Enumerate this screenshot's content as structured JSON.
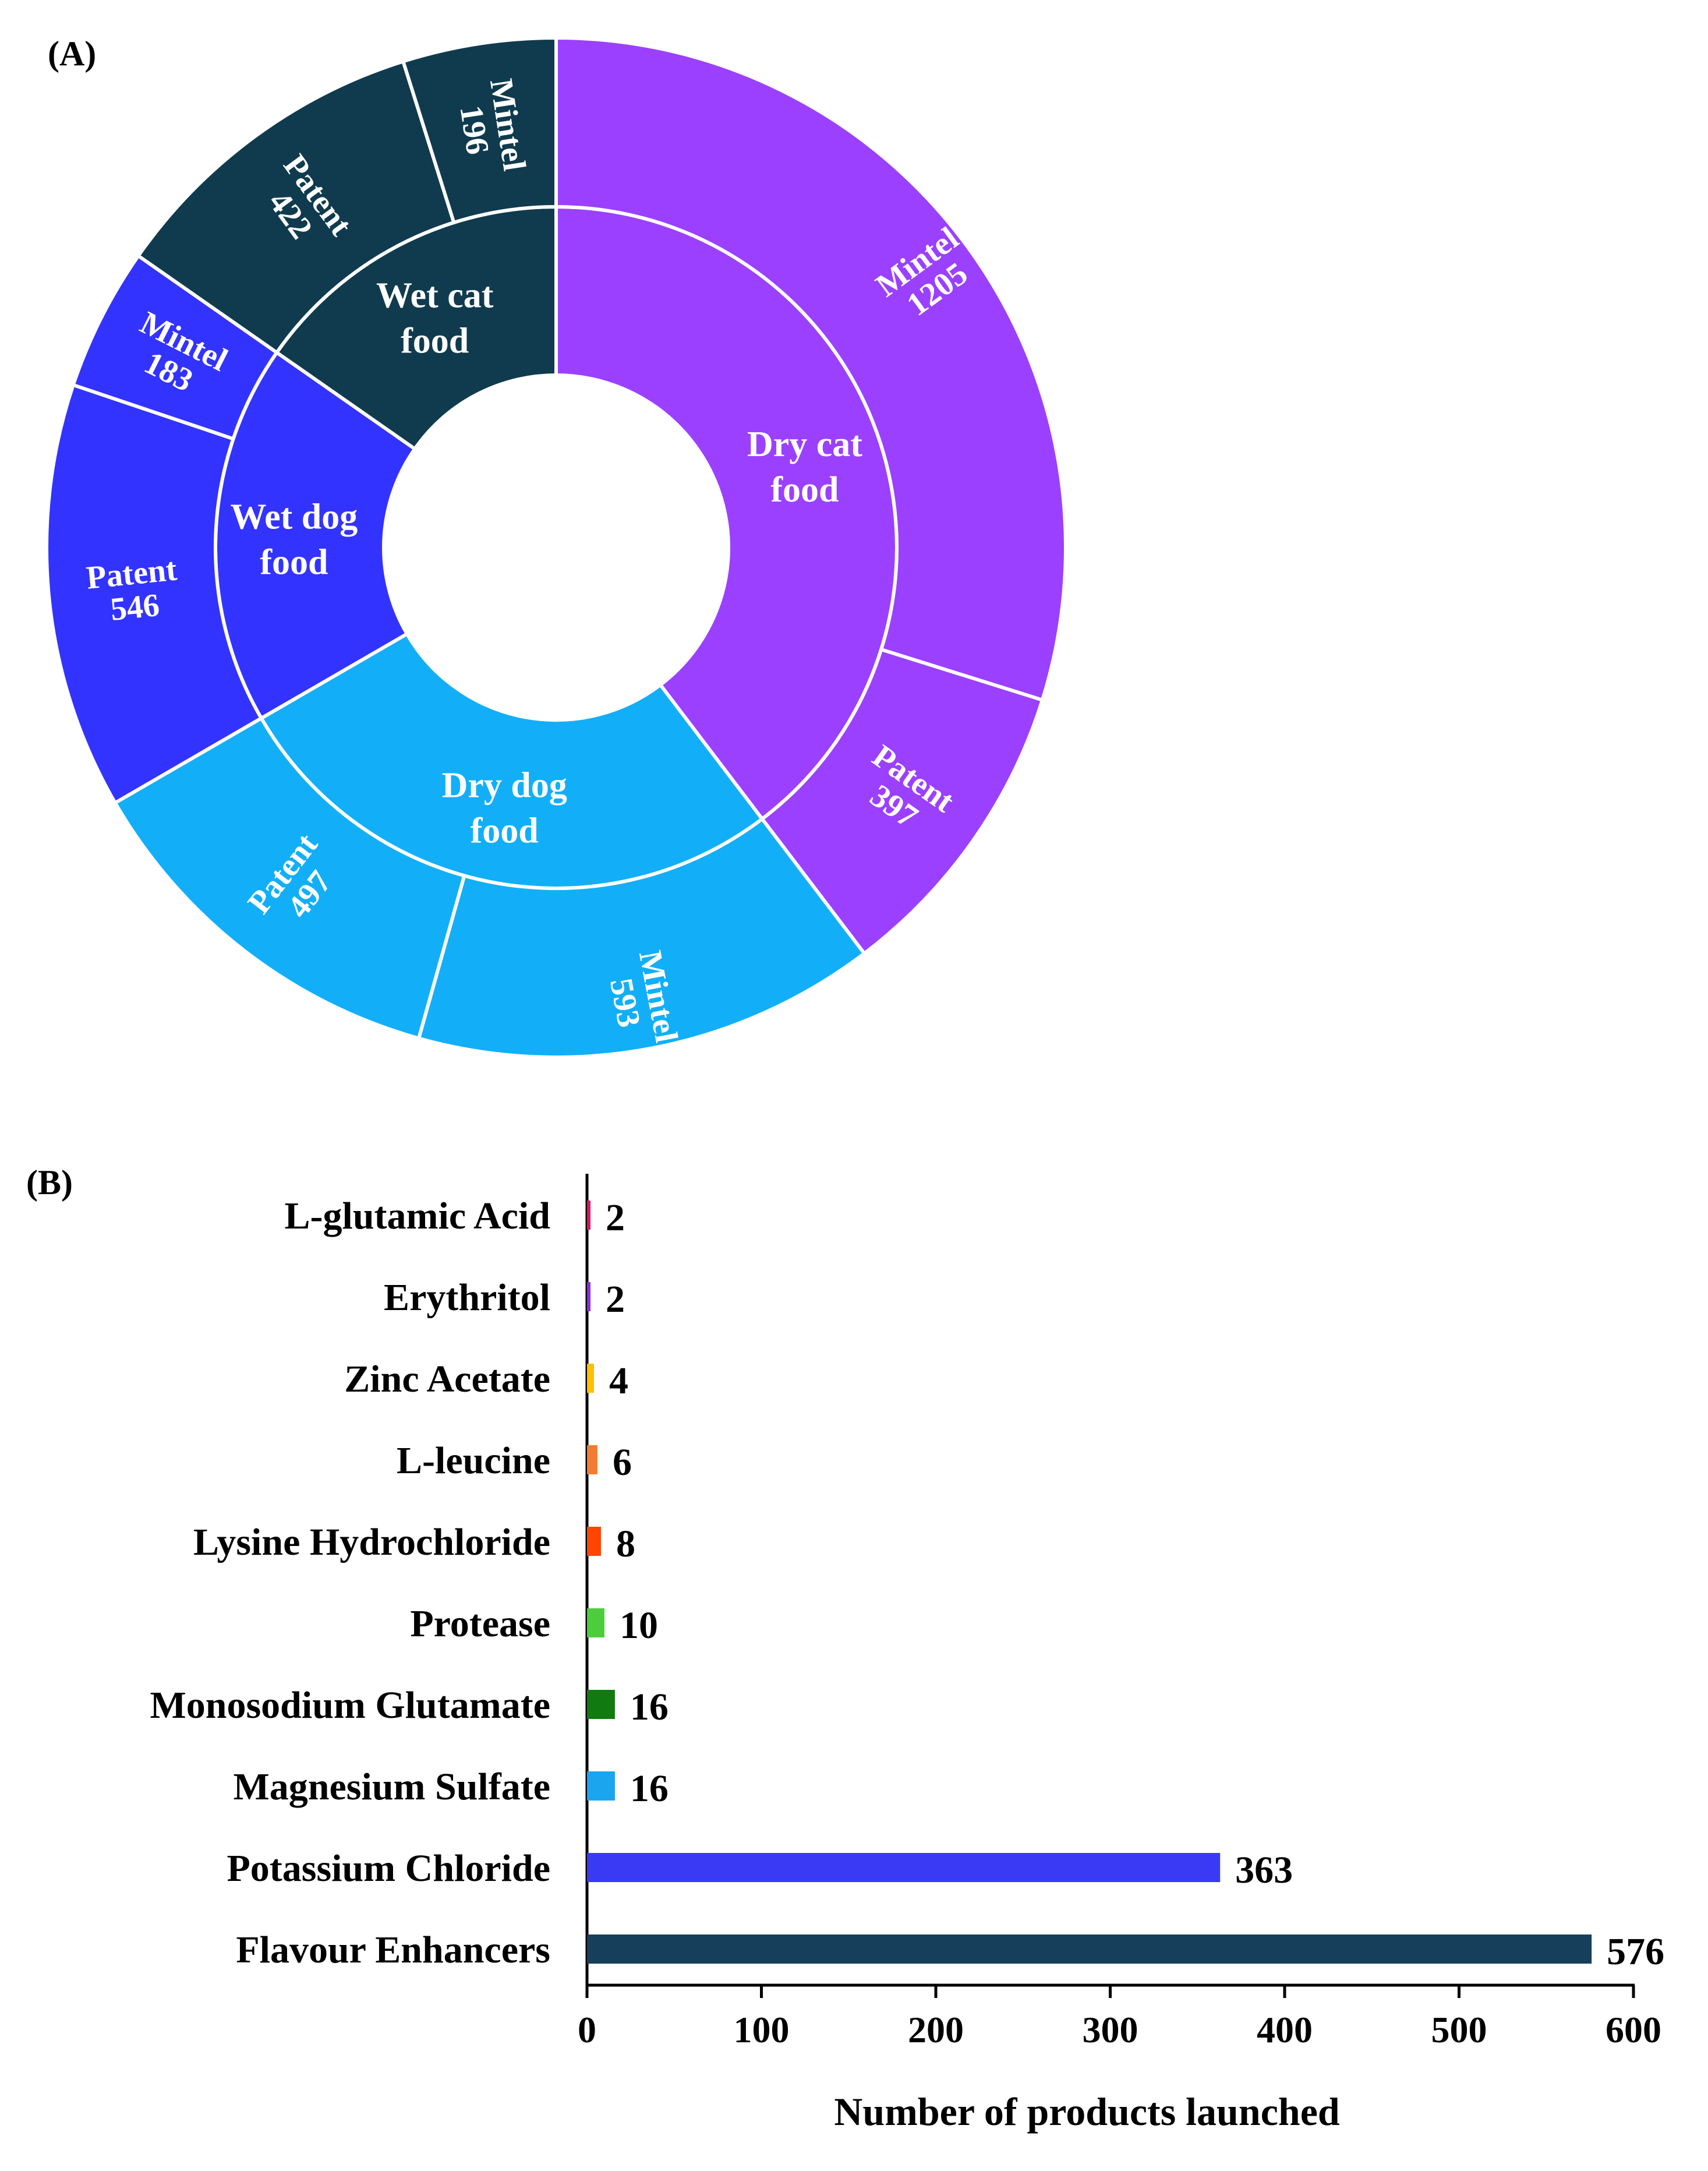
{
  "figure": {
    "panel_a_label": "(A)",
    "panel_b_label": "(B)"
  },
  "colors": {
    "dry_cat": "#9b40ff",
    "dry_dog": "#12aff8",
    "wet_dog": "#3333ff",
    "wet_cat": "#103b4e",
    "separator": "#ffffff"
  },
  "chart_data": [
    {
      "type": "pie",
      "subtype": "sunburst",
      "title": "",
      "direction": "clockwise from 12 o'clock",
      "inner": [
        {
          "label": "Dry cat food",
          "lines": [
            "Dry cat",
            "food"
          ],
          "value": 1602,
          "color": "#9b40ff",
          "children": [
            {
              "source": "Mintel",
              "value": 1205
            },
            {
              "source": "Patent",
              "value": 397
            }
          ]
        },
        {
          "label": "Dry dog food",
          "lines": [
            "Dry dog",
            "food"
          ],
          "value": 1090,
          "color": "#12aff8",
          "children": [
            {
              "source": "Mintel",
              "value": 593
            },
            {
              "source": "Patent",
              "value": 497
            }
          ]
        },
        {
          "label": "Wet dog food",
          "lines": [
            "Wet dog",
            "food"
          ],
          "value": 729,
          "color": "#3333ff",
          "children": [
            {
              "source": "Patent",
              "value": 546
            },
            {
              "source": "Mintel",
              "value": 183
            }
          ]
        },
        {
          "label": "Wet cat food",
          "lines": [
            "Wet cat",
            "food"
          ],
          "value": 618,
          "color": "#103b4e",
          "children": [
            {
              "source": "Patent",
              "value": 422
            },
            {
              "source": "Mintel",
              "value": 196
            }
          ]
        }
      ]
    },
    {
      "type": "bar",
      "orientation": "horizontal",
      "title": "",
      "xlabel": "Number of products launched",
      "ylabel": "",
      "xlim": [
        0,
        600
      ],
      "xticks": [
        0,
        100,
        200,
        300,
        400,
        500,
        600
      ],
      "grid": false,
      "categories": [
        "L-glutamic Acid",
        "Erythritol",
        "Zinc Acetate",
        "L-leucine",
        "Lysine Hydrochloride",
        "Protease",
        "Monosodium Glutamate",
        "Magnesium Sulfate",
        "Potassium Chloride",
        "Flavour Enhancers"
      ],
      "values": [
        2,
        2,
        4,
        6,
        8,
        10,
        16,
        16,
        363,
        576
      ],
      "colors": [
        "#e0115f",
        "#8a2be2",
        "#ffc000",
        "#f07d31",
        "#ff4500",
        "#4ccd3c",
        "#117a11",
        "#1aa5ee",
        "#3a3af5",
        "#163f5c"
      ]
    }
  ]
}
